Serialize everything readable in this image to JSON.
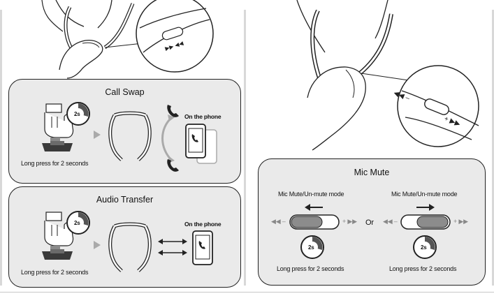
{
  "left": {
    "call_swap": {
      "title": "Call Swap",
      "timer": "2s",
      "long_press": "Long press for 2 seconds",
      "on_the_phone": "On the phone"
    },
    "audio_transfer": {
      "title": "Audio Transfer",
      "timer": "2s",
      "long_press": "Long press for 2 seconds",
      "on_the_phone": "On the phone"
    }
  },
  "right": {
    "mic_mute": {
      "title": "Mic Mute",
      "mode_left": "Mic Mute/Un-mute mode",
      "mode_right": "Mic Mute/Un-mute mode",
      "or": "Or",
      "timer_left": "2s",
      "timer_right": "2s",
      "long_press_left": "Long press for 2 seconds",
      "long_press_right": "Long press for 2 seconds"
    }
  },
  "colors": {
    "box_fill": "#eaeaea",
    "border": "#222222",
    "arrow_gray": "#9a9a9a",
    "slider_gray": "#8c8c8c"
  }
}
